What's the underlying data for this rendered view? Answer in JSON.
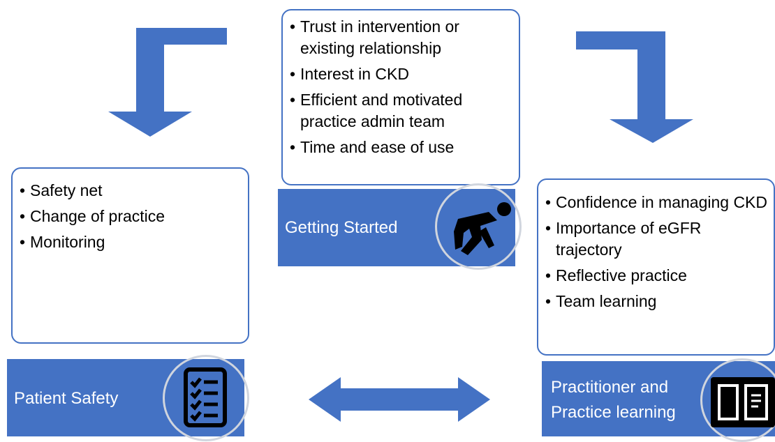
{
  "diagram": {
    "getting_started": {
      "items": [
        "Trust in intervention or existing relationship",
        "Interest in CKD",
        "Efficient and motivated practice admin team",
        "Time and ease of use"
      ],
      "label": "Getting Started",
      "icon": "runner-start-icon"
    },
    "patient_safety": {
      "items": [
        "Safety net",
        "Change of practice",
        "Monitoring"
      ],
      "label": "Patient Safety",
      "icon": "checklist-icon"
    },
    "practitioner_learning": {
      "items": [
        "Confidence in managing CKD",
        "Importance of eGFR trajectory",
        "Reflective practice",
        "Team learning"
      ],
      "label_line1": "Practitioner and",
      "label_line2": "Practice learning",
      "icon": "open-book-icon"
    },
    "colors": {
      "accent": "#4472c4",
      "text": "#000000",
      "banner_text": "#ffffff",
      "icon_ring": "#d0d5de"
    }
  }
}
